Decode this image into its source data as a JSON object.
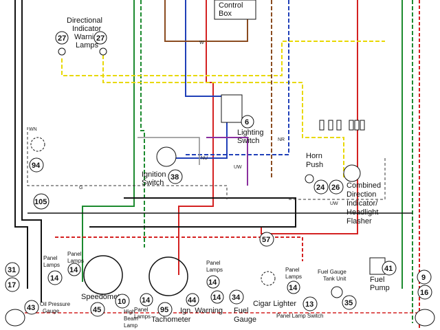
{
  "colors": {
    "black": "#111111",
    "red": "#d42020",
    "green": "#1b8a2e",
    "blue": "#1f3fb8",
    "yellow": "#e8d800",
    "brown": "#8a4b1f",
    "purple": "#8a2f9e",
    "gray": "#8a8a8a"
  },
  "components": [
    {
      "id": "control-box",
      "label": "Control\nBox"
    },
    {
      "id": "dir-ind",
      "label": "Directional\nIndicator\nWarning\nLamps",
      "num": "27"
    },
    {
      "id": "lighting-switch",
      "label": "Lighting\nSwitch",
      "num": "6"
    },
    {
      "id": "ignition-switch",
      "label": "Ignition\nSwitch",
      "num": "38"
    },
    {
      "id": "horn-push",
      "label": "Horn\nPush",
      "num": "24"
    },
    {
      "id": "combined",
      "label": "Combined\nDirection\nIndicator/\nHeadlight\nFlasher",
      "num": "26"
    },
    {
      "id": "fuel-pump",
      "label": "Fuel\nPump",
      "num": "41"
    },
    {
      "id": "fuel-tank",
      "label": "Fuel Gauge\nTank Unit",
      "num": "35"
    },
    {
      "id": "panel-switch",
      "label": "Panel Lamp Switch",
      "num": "13"
    },
    {
      "id": "cigar",
      "label": "Cigar Lighter",
      "num": "57"
    },
    {
      "id": "fuel-gauge",
      "label": "Fuel\nGauge",
      "num": "34"
    },
    {
      "id": "ign-warning",
      "label": "Ign. Warning",
      "num": "44"
    },
    {
      "id": "tacho",
      "label": "Tachometer",
      "num": "95"
    },
    {
      "id": "speedo",
      "label": "Speedometer",
      "num": "45"
    },
    {
      "id": "high-beam",
      "label": "High\nBeam\nLamp",
      "num": "10"
    },
    {
      "id": "oil-gauge",
      "label": "Oil Pressure\nGauge",
      "num": "43"
    }
  ],
  "labels": {
    "control_box": "Control",
    "control_box2": "Box",
    "dir_l1": "Directional",
    "dir_l2": "Indicator",
    "dir_l3": "Warning",
    "dir_l4": "Lamps",
    "n27a": "27",
    "n27b": "27",
    "lighting_1": "Lighting",
    "lighting_2": "Switch",
    "n6": "6",
    "ign_1": "Ignition",
    "ign_2": "Switch",
    "n38": "38",
    "horn_1": "Horn",
    "horn_2": "Push",
    "n24": "24",
    "n26": "26",
    "comb_1": "Combined",
    "comb_2": "Direction",
    "comb_3": "Indicator/",
    "comb_4": "Headlight",
    "comb_5": "Flasher",
    "n94": "94",
    "n105": "105",
    "n57": "57",
    "n31": "31",
    "n17": "17",
    "n14a": "14",
    "n14b": "14",
    "n14c": "14",
    "n14d": "14",
    "n14e": "14",
    "n14f": "14",
    "n43": "43",
    "n45": "45",
    "n10": "10",
    "n95": "95",
    "n44": "44",
    "n34": "34",
    "n13": "13",
    "n35": "35",
    "n41": "41",
    "n9": "9",
    "n16": "16",
    "panel_lamps": "Panel",
    "panel_lamps2": "Lamps",
    "oil_1": "Oil Pressure",
    "oil_2": "Gauge",
    "speedo": "Speedometer",
    "high_1": "High",
    "high_2": "Beam",
    "high_3": "Lamp",
    "tacho": "Tachometer",
    "ign_warn": "Ign. Warning",
    "fuel_1": "Fuel",
    "fuel_2": "Gauge",
    "cigar": "Cigar Lighter",
    "panel_switch": "Panel Lamp Switch",
    "fg_tank_1": "Fuel Gauge",
    "fg_tank_2": "Tank Unit",
    "fpump_1": "Fuel",
    "fpump_2": "Pump",
    "wire_uw": "UW",
    "wire_nr": "NR",
    "wire_w": "W",
    "wire_g": "G",
    "wire_wn": "WN",
    "wire_nu": "NU"
  }
}
